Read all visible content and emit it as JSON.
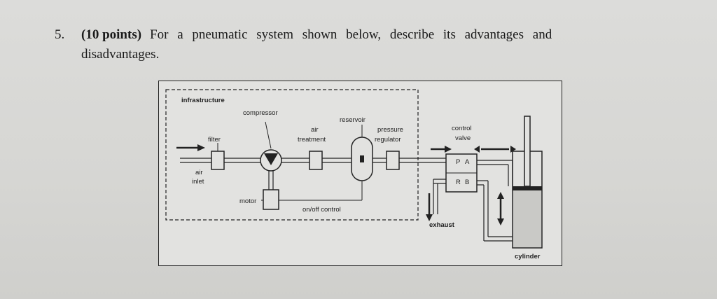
{
  "question": {
    "number": "5.",
    "points": "(10 points)",
    "text_line1": "For a pneumatic system shown below, describe its advantages and",
    "text_line2": "disadvantages."
  },
  "figure": {
    "labels": {
      "infrastructure": "infrastructure",
      "compressor": "compressor",
      "reservoir": "reservoir",
      "air_treatment_1": "air",
      "air_treatment_2": "treatment",
      "pressure_regulator_1": "pressure",
      "pressure_regulator_2": "regulator",
      "filter": "filter",
      "control_valve_1": "control",
      "control_valve_2": "valve",
      "air_inlet_1": "air",
      "air_inlet_2": "inlet",
      "motor": "motor",
      "onoff_control": "on/off control",
      "exhaust": "exhaust",
      "cylinder": "cylinder",
      "port_p": "P",
      "port_a": "A",
      "port_r": "R",
      "port_b": "B"
    }
  }
}
